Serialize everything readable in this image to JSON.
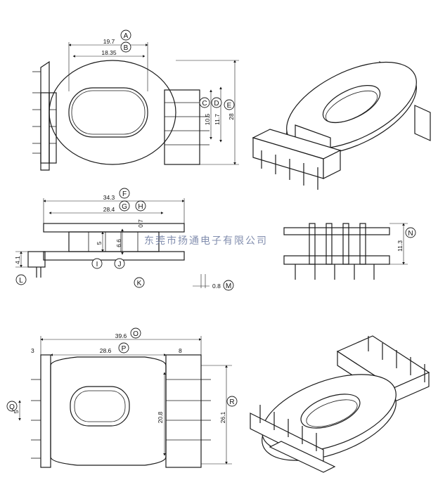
{
  "company_watermark": "东莞市扬通电子有限公司",
  "watermark_color": "#6c7aa0",
  "line_color": "#1a1a1a",
  "views": {
    "top": {
      "dims": {
        "A": {
          "letter": "A",
          "value": "19.7"
        },
        "B": {
          "letter": "B",
          "value": "18.35"
        },
        "C": {
          "letter": "C",
          "value": "10.5"
        },
        "D": {
          "letter": "D",
          "value": "11.7"
        },
        "E": {
          "letter": "E",
          "value": "28"
        }
      }
    },
    "side": {
      "dims": {
        "F": {
          "letter": "F",
          "value": "34.3"
        },
        "G": {
          "letter": "G",
          "value": "28.4"
        },
        "H": {
          "letter": "H",
          "value": "0.7"
        },
        "I": {
          "letter": "I",
          "value": "5"
        },
        "J": {
          "letter": "J",
          "value": "6.6"
        },
        "K": {
          "letter": "K"
        },
        "L": {
          "letter": "L",
          "value": "4.1"
        },
        "M": {
          "letter": "M",
          "value": "0.8"
        },
        "N": {
          "letter": "N",
          "value": "11.3"
        }
      }
    },
    "bottom": {
      "dims": {
        "O": {
          "letter": "O",
          "value": "39.6"
        },
        "P": {
          "letter": "P",
          "value": "28.6"
        },
        "left_gap": {
          "value": "3"
        },
        "right_gap": {
          "value": "8"
        },
        "Q": {
          "letter": "Q",
          "value": "5"
        },
        "inner_h": {
          "value": "20.8"
        },
        "R": {
          "letter": "R",
          "value": "26.1"
        }
      }
    }
  }
}
